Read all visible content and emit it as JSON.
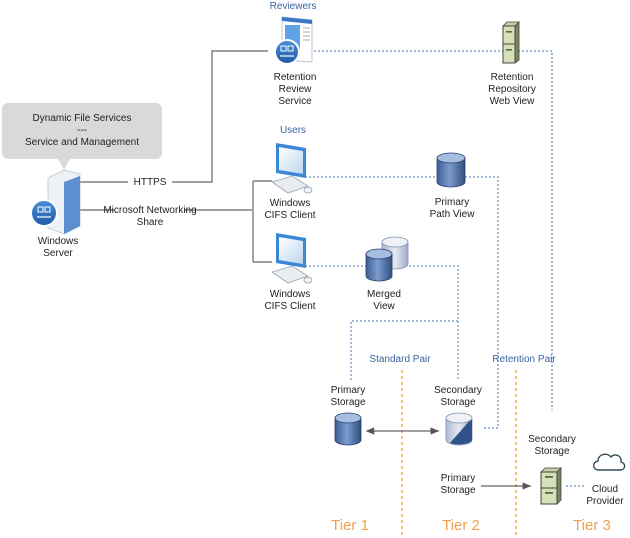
{
  "callout": {
    "line1": "Dynamic File Services",
    "line2": "---",
    "line3": "Service and Management"
  },
  "server": {
    "line1": "Windows",
    "line2": "Server"
  },
  "connections": {
    "https": "HTTPS",
    "share_line1": "Microsoft Networking",
    "share_line2": "Share"
  },
  "groups": {
    "reviewers": "Reviewers",
    "users": "Users",
    "standard_pair": "Standard Pair",
    "retention_pair": "Retention Pair"
  },
  "nodes": {
    "review_service": {
      "line1": "Retention",
      "line2": "Review",
      "line3": "Service"
    },
    "repository_view": {
      "line1": "Retention",
      "line2": "Repository",
      "line3": "Web View"
    },
    "client1": {
      "line1": "Windows",
      "line2": "CIFS Client"
    },
    "client2": {
      "line1": "Windows",
      "line2": "CIFS Client"
    },
    "primary_path_view": {
      "line1": "Primary",
      "line2": "Path View"
    },
    "merged_view": {
      "line1": "Merged",
      "line2": "View"
    },
    "primary_storage_t1": {
      "line1": "Primary",
      "line2": "Storage"
    },
    "secondary_storage_t2": {
      "line1": "Secondary",
      "line2": "Storage"
    },
    "primary_storage_t2": {
      "line1": "Primary",
      "line2": "Storage"
    },
    "secondary_storage_t3": {
      "line1": "Secondary",
      "line2": "Storage"
    },
    "cloud": {
      "line1": "Cloud",
      "line2": "Provider"
    }
  },
  "tiers": [
    "Tier 1",
    "Tier 2",
    "Tier 3"
  ],
  "colors": {
    "group_label": "#3a64a0",
    "tier_label": "#f0a050",
    "tier_divider": "#f5c070",
    "dashed_link": "#4a78b0",
    "solid_link": "#666666",
    "callout_bg": "#d9d9d9"
  }
}
